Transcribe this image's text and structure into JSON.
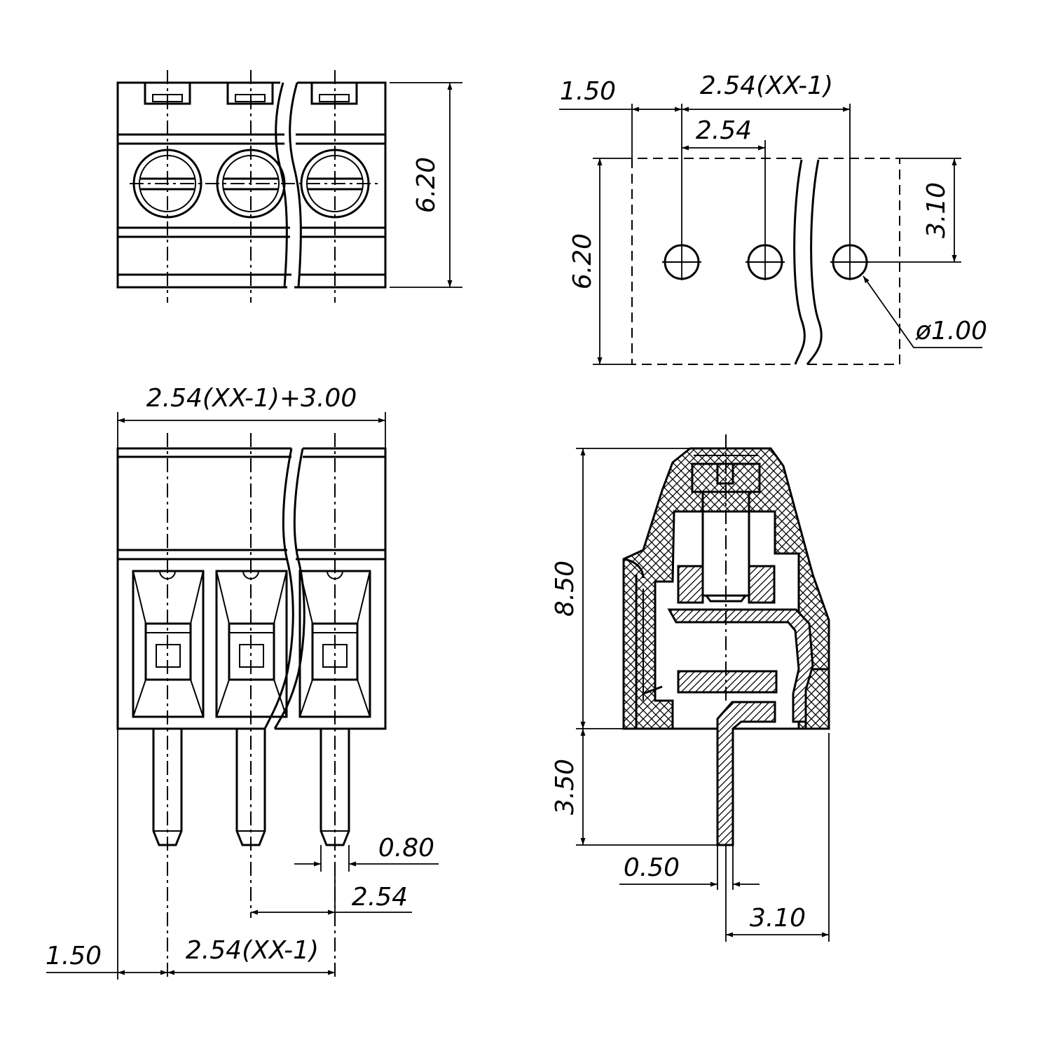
{
  "views": {
    "top": {
      "height": "6.20"
    },
    "pcb_layout": {
      "edge_offset": "1.50",
      "span": "2.54(XX-1)",
      "pitch": "2.54",
      "height": "6.20",
      "hole_offset": "3.10",
      "hole_diameter": "ø1.00"
    },
    "front": {
      "overall_width": "2.54(XX-1)+3.00",
      "pin_width": "0.80",
      "pitch": "2.54",
      "edge_offset": "1.50",
      "span": "2.54(XX-1)"
    },
    "side": {
      "body_height": "8.50",
      "pin_length": "3.50",
      "pin_thickness": "0.50",
      "pin_offset": "3.10"
    }
  }
}
